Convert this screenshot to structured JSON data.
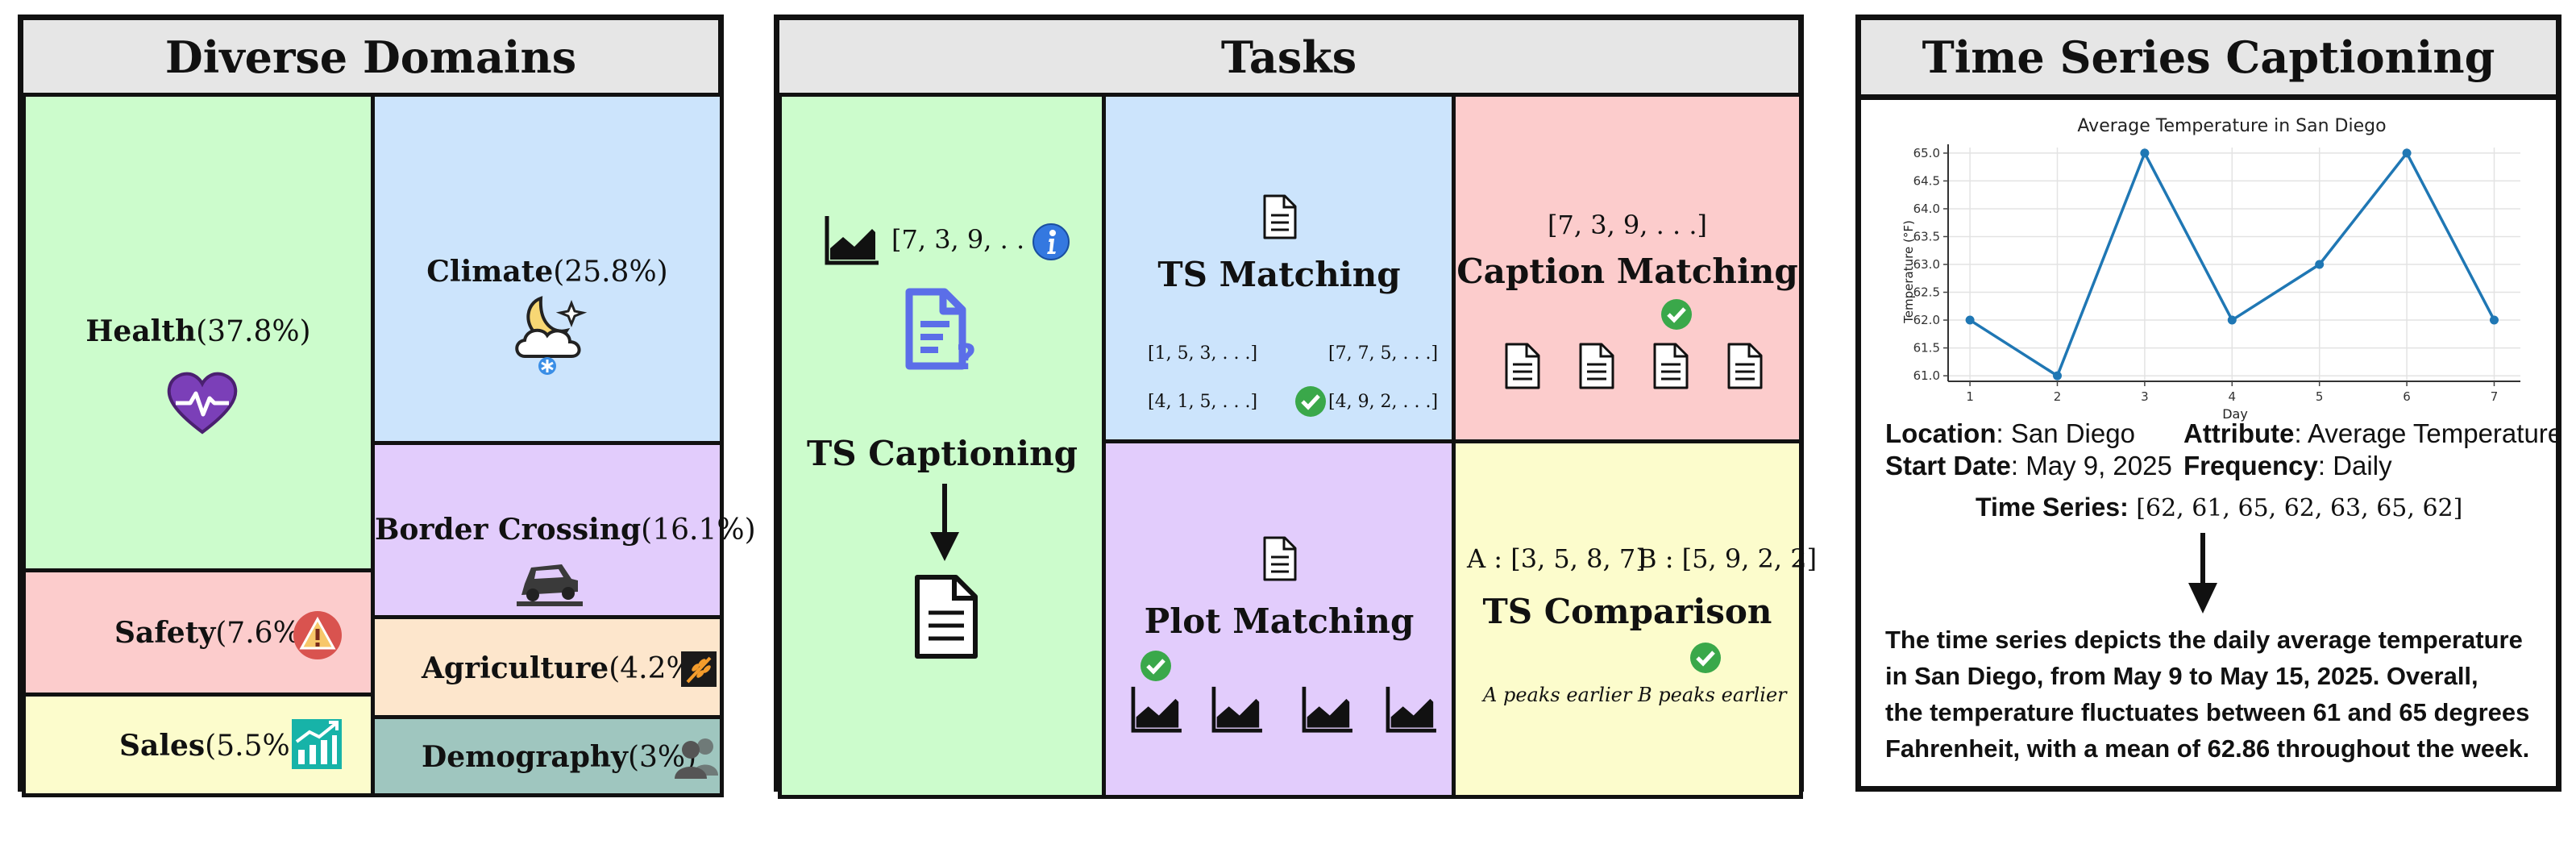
{
  "panels": {
    "domains": {
      "title": "Diverse Domains",
      "items": [
        {
          "name": "Health",
          "pct": "(37.8%)",
          "color": "#ccfccc",
          "icon": "heart-pulse-icon"
        },
        {
          "name": "Climate",
          "pct": "(25.8%)",
          "color": "#cce4fc",
          "icon": "moon-cloud-snow-icon"
        },
        {
          "name": "Border Crossing",
          "pct": "(16.1%)",
          "color": "#e2ccfc",
          "icon": "car-crossing-icon"
        },
        {
          "name": "Safety",
          "pct": "(7.6%)",
          "color": "#fccccc",
          "icon": "warning-icon"
        },
        {
          "name": "Agriculture",
          "pct": "(4.2%)",
          "color": "#fde6cc",
          "icon": "wheat-icon"
        },
        {
          "name": "Sales",
          "pct": "(5.5%)",
          "color": "#fcfccc",
          "icon": "sales-chart-icon"
        },
        {
          "name": "Demography",
          "pct": "(3%)",
          "color": "#9fc6bf",
          "icon": "people-icon"
        }
      ]
    },
    "tasks": {
      "title": "Tasks",
      "captioning": {
        "title": "TS Captioning",
        "series": "[7, 3, 9, . . .]",
        "color": "#ccfccc"
      },
      "ts_matching": {
        "title": "TS Matching",
        "color": "#cce4fc",
        "options": [
          "[1, 5, 3, . . .]",
          "[7, 7, 5, . . .]",
          "[4, 1, 5, . . .]",
          "[4, 9, 2, . . .]"
        ]
      },
      "caption_matching": {
        "title": "Caption Matching",
        "series": "[7, 3, 9, . . .]",
        "color": "#fccccc"
      },
      "plot_matching": {
        "title": "Plot Matching",
        "color": "#e2ccfc"
      },
      "ts_comparison": {
        "title": "TS Comparison",
        "color": "#fcfccc",
        "a": "A : [3, 5, 8, 7]",
        "b": "B : [5, 9, 2, 2]",
        "opt_a": "A peaks earlier",
        "opt_b": "B peaks earlier"
      }
    },
    "captioning": {
      "title": "Time Series Captioning",
      "meta": {
        "location_label": "Location",
        "location": ": San Diego",
        "attribute_label": "Attribute",
        "attribute": ": Average Temperature",
        "start_label": "Start Date",
        "start": ": May 9, 2025",
        "frequency_label": "Frequency",
        "frequency": ": Daily",
        "series_label": "Time Series:",
        "series": "[62, 61, 65, 62, 63, 65, 62]"
      },
      "caption_lines": [
        "The time series depicts the daily average temperature",
        "in San Diego, from May 9 to May 15, 2025. Overall,",
        "the temperature fluctuates between 61 and 65 degrees",
        "Fahrenheit, with a mean of 62.86 throughout the week."
      ]
    }
  },
  "chart_data": {
    "type": "line",
    "title": "Average Temperature in San Diego",
    "xlabel": "Day",
    "ylabel": "Temperature (°F)",
    "x": [
      1,
      2,
      3,
      4,
      5,
      6,
      7
    ],
    "y": [
      62,
      61,
      65,
      62,
      63,
      65,
      62
    ],
    "xticks": [
      "1",
      "2",
      "3",
      "4",
      "5",
      "6",
      "7"
    ],
    "yticks": [
      "61.0",
      "61.5",
      "62.0",
      "62.5",
      "63.0",
      "63.5",
      "64.0",
      "64.5",
      "65.0"
    ],
    "ylim": [
      60.9,
      65.1
    ],
    "xlim": [
      0.75,
      7.3
    ],
    "grid": true,
    "color": "#1f77b4"
  }
}
